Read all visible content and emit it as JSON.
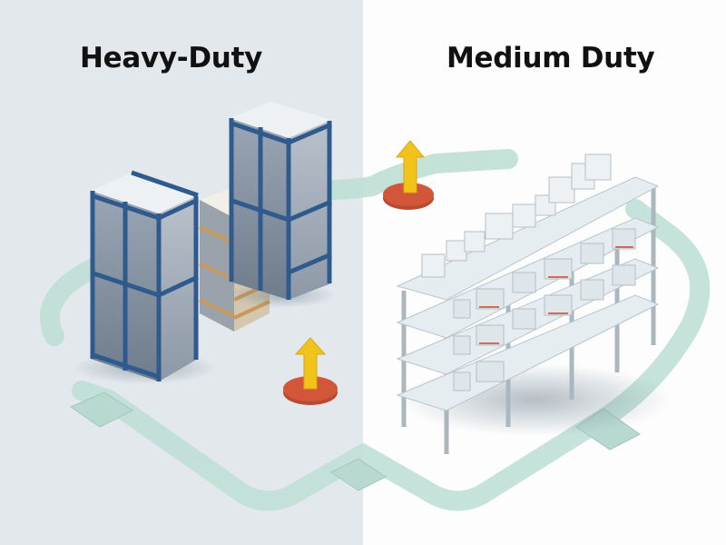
{
  "comparison": {
    "left": {
      "title": "Heavy-Duty",
      "background": "#e3e8ec",
      "items": [
        "pallet-rack-left",
        "pallet-stack",
        "pallet-rack-right",
        "floor-marker-arrow"
      ]
    },
    "right": {
      "title": "Medium Duty",
      "background": "#fdfdfd",
      "items": [
        "multi-tier-shelving",
        "floor-marker-arrow"
      ]
    }
  },
  "colors": {
    "rack_frame": "#2f5a8e",
    "path": "#bfe0d6",
    "arrow": "#f2c31a",
    "marker_base": "#d2573a",
    "shelf": "#dde6ea",
    "pallet_wood": "#c8995a"
  },
  "icons": {
    "left_marker": "up-arrow-marker-icon",
    "right_marker": "up-arrow-marker-icon"
  }
}
